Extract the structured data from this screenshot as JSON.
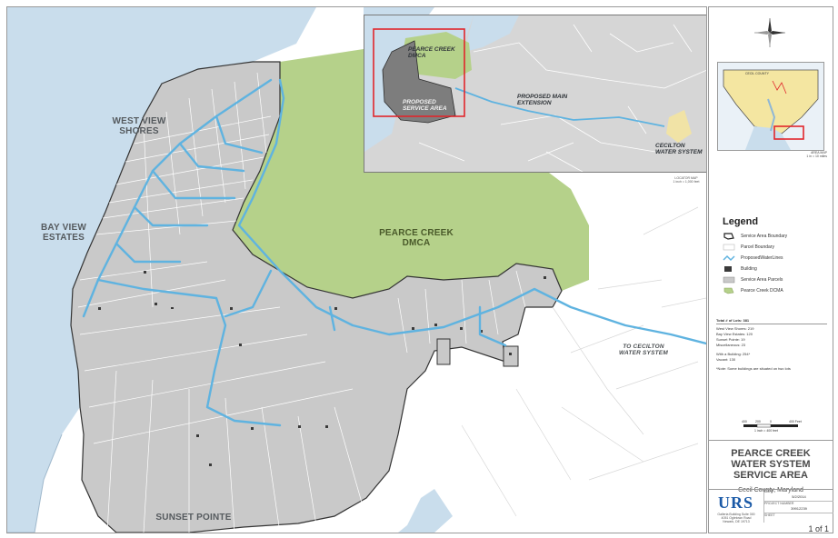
{
  "map": {
    "labels": {
      "west_view_shores": "WEST VIEW\nSHORES",
      "bay_view_estates": "BAY VIEW\nESTATES",
      "pearce_creek_dmca": "PEARCE CREEK\nDMCA",
      "sunset_pointe": "SUNSET POINTE",
      "to_cecilton": "TO CECILTON\nWATER SYSTEM"
    }
  },
  "inset": {
    "labels": {
      "pearce_creek_dmca": "PEARCE CREEK\nDMCA",
      "proposed_service_area": "PROPOSED\nSERVICE AREA",
      "proposed_main_extension": "PROPOSED MAIN\nEXTENSION",
      "cecilton_water_system": "CECILTON\nWATER SYSTEM"
    },
    "caption": "LOCATOR MAP\n1 inch = 1,000 feet"
  },
  "locator": {
    "county_label": "CECIL COUNTY",
    "caption": "AREA MAP\n1 in = 10 miles"
  },
  "legend": {
    "title": "Legend",
    "items": [
      {
        "label": "Service Area Boundary",
        "swatch": "boundary"
      },
      {
        "label": "Parcel Boundary",
        "swatch": "parcel"
      },
      {
        "label": "ProposedWaterLines",
        "swatch": "waterline"
      },
      {
        "label": "Building",
        "swatch": "building"
      },
      {
        "label": "Service Area Parcels",
        "swatch": "service-parcel"
      },
      {
        "label": "Pearce Creek DCMA",
        "swatch": "dcma"
      }
    ]
  },
  "stats": {
    "title": "Total # of Lots: 381",
    "lines": [
      "West View Shores: 219",
      "Bay View Estates: 120",
      "Sunset Pointe: 19",
      "Miscellaneous: 23",
      "",
      "With a Building: 254*",
      "Vacant: 130",
      "",
      "*Note: Some buildings are situated on two lots"
    ]
  },
  "scalebar": {
    "ticks": [
      "400",
      "200",
      "0",
      "400 Feet"
    ],
    "caption": "1 inch = 400 feet"
  },
  "title_block": {
    "title": "PEARCE CREEK\nWATER SYSTEM\nSERVICE AREA",
    "subtitle": "Cecil County, Maryland"
  },
  "company": {
    "logo": "URS",
    "address": "Galleria Building Suite 300\n4051 Ogletown Road\nNewark, DE 19713"
  },
  "meta": {
    "date_label": "DATE",
    "date_value": "5/2/2014",
    "project_label": "PROJECT NUMBER",
    "project_value": "39912239",
    "sheet_label": "SHEET",
    "sheet_value": "1 of 1"
  },
  "colors": {
    "water": "#c9ddec",
    "parcel_gray": "#c9c9c9",
    "dmca_green": "#b5d18a",
    "waterline_blue": "#5fb3e0",
    "building": "#3a3a3a"
  }
}
